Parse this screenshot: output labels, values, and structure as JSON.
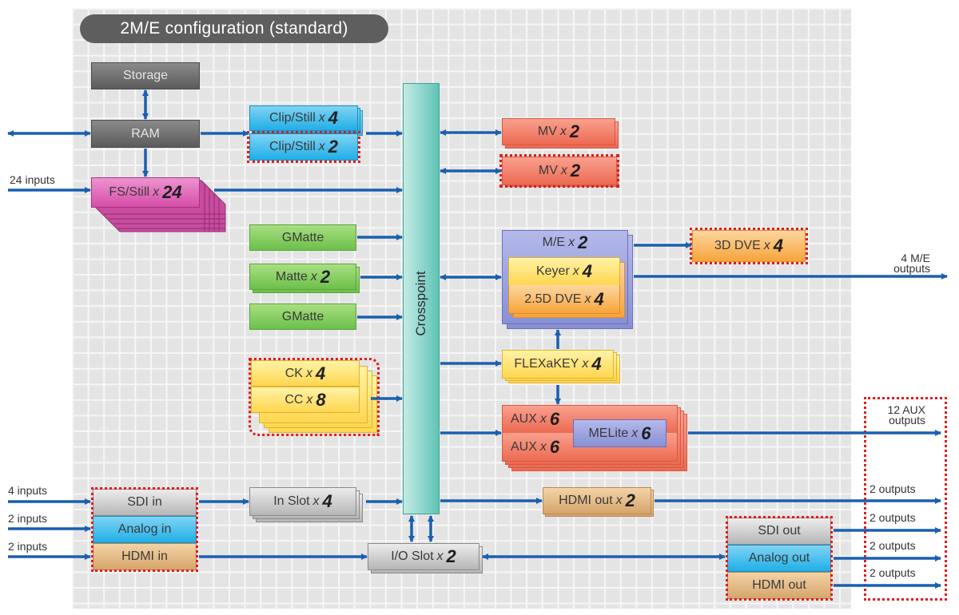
{
  "title": "2M/E configuration (standard)",
  "colors": {
    "arrow": "#1a5fb0",
    "optional_outline": "#e01b1b",
    "grid_bg": "#e4e4e4"
  },
  "blocks": {
    "storage": {
      "label": "Storage"
    },
    "ram": {
      "label": "RAM"
    },
    "clip_still_std": {
      "label": "Clip/Still",
      "mult": "x",
      "count": "4"
    },
    "clip_still_opt": {
      "label": "Clip/Still",
      "mult": "x",
      "count": "2"
    },
    "fs_still": {
      "label": "FS/Still",
      "mult": "x",
      "count": "24"
    },
    "gmatte_1": {
      "label": "GMatte"
    },
    "matte": {
      "label": "Matte",
      "mult": "x",
      "count": "2"
    },
    "gmatte_2": {
      "label": "GMatte"
    },
    "ck": {
      "label": "CK",
      "mult": "x",
      "count": "4"
    },
    "cc": {
      "label": "CC",
      "mult": "x",
      "count": "8"
    },
    "crosspoint": {
      "label": "Crosspoint"
    },
    "mv_std": {
      "label": "MV",
      "mult": "x",
      "count": "2"
    },
    "mv_opt": {
      "label": "MV",
      "mult": "x",
      "count": "2"
    },
    "me": {
      "label": "M/E",
      "mult": "x",
      "count": "2"
    },
    "keyer": {
      "label": "Keyer",
      "mult": "x",
      "count": "4"
    },
    "dve25": {
      "label": "2.5D DVE",
      "mult": "x",
      "count": "4"
    },
    "dve3d": {
      "label": "3D DVE",
      "mult": "x",
      "count": "4"
    },
    "flexakey": {
      "label": "FLEXaKEY",
      "mult": "x",
      "count": "4"
    },
    "aux_1": {
      "label": "AUX",
      "mult": "x",
      "count": "6"
    },
    "aux_2": {
      "label": "AUX",
      "mult": "x",
      "count": "6"
    },
    "melite": {
      "label": "MELite",
      "mult": "x",
      "count": "6"
    },
    "sdi_in": {
      "label": "SDI in"
    },
    "analog_in": {
      "label": "Analog in"
    },
    "hdmi_in": {
      "label": "HDMI in"
    },
    "in_slot": {
      "label": "In Slot",
      "mult": "x",
      "count": "4"
    },
    "io_slot": {
      "label": "I/O Slot",
      "mult": "x",
      "count": "2"
    },
    "hdmi_out_x2": {
      "label": "HDMI out",
      "mult": "x",
      "count": "2"
    },
    "sdi_out": {
      "label": "SDI out"
    },
    "analog_out": {
      "label": "Analog out"
    },
    "hdmi_out": {
      "label": "HDMI out"
    }
  },
  "labels": {
    "fs_inputs": "24 inputs",
    "me_outputs_1": "4 M/E",
    "me_outputs_2": "outputs",
    "aux_outputs_1": "12 AUX",
    "aux_outputs_2": "outputs",
    "sdi_inputs": "4 inputs",
    "analog_inputs": "2 inputs",
    "hdmi_inputs": "2 inputs",
    "hdmi_out_outputs": "2 outputs",
    "sdi_out_outputs": "2 outputs",
    "analog_out_outputs": "2 outputs",
    "hdmi_out2_outputs": "2 outputs"
  }
}
